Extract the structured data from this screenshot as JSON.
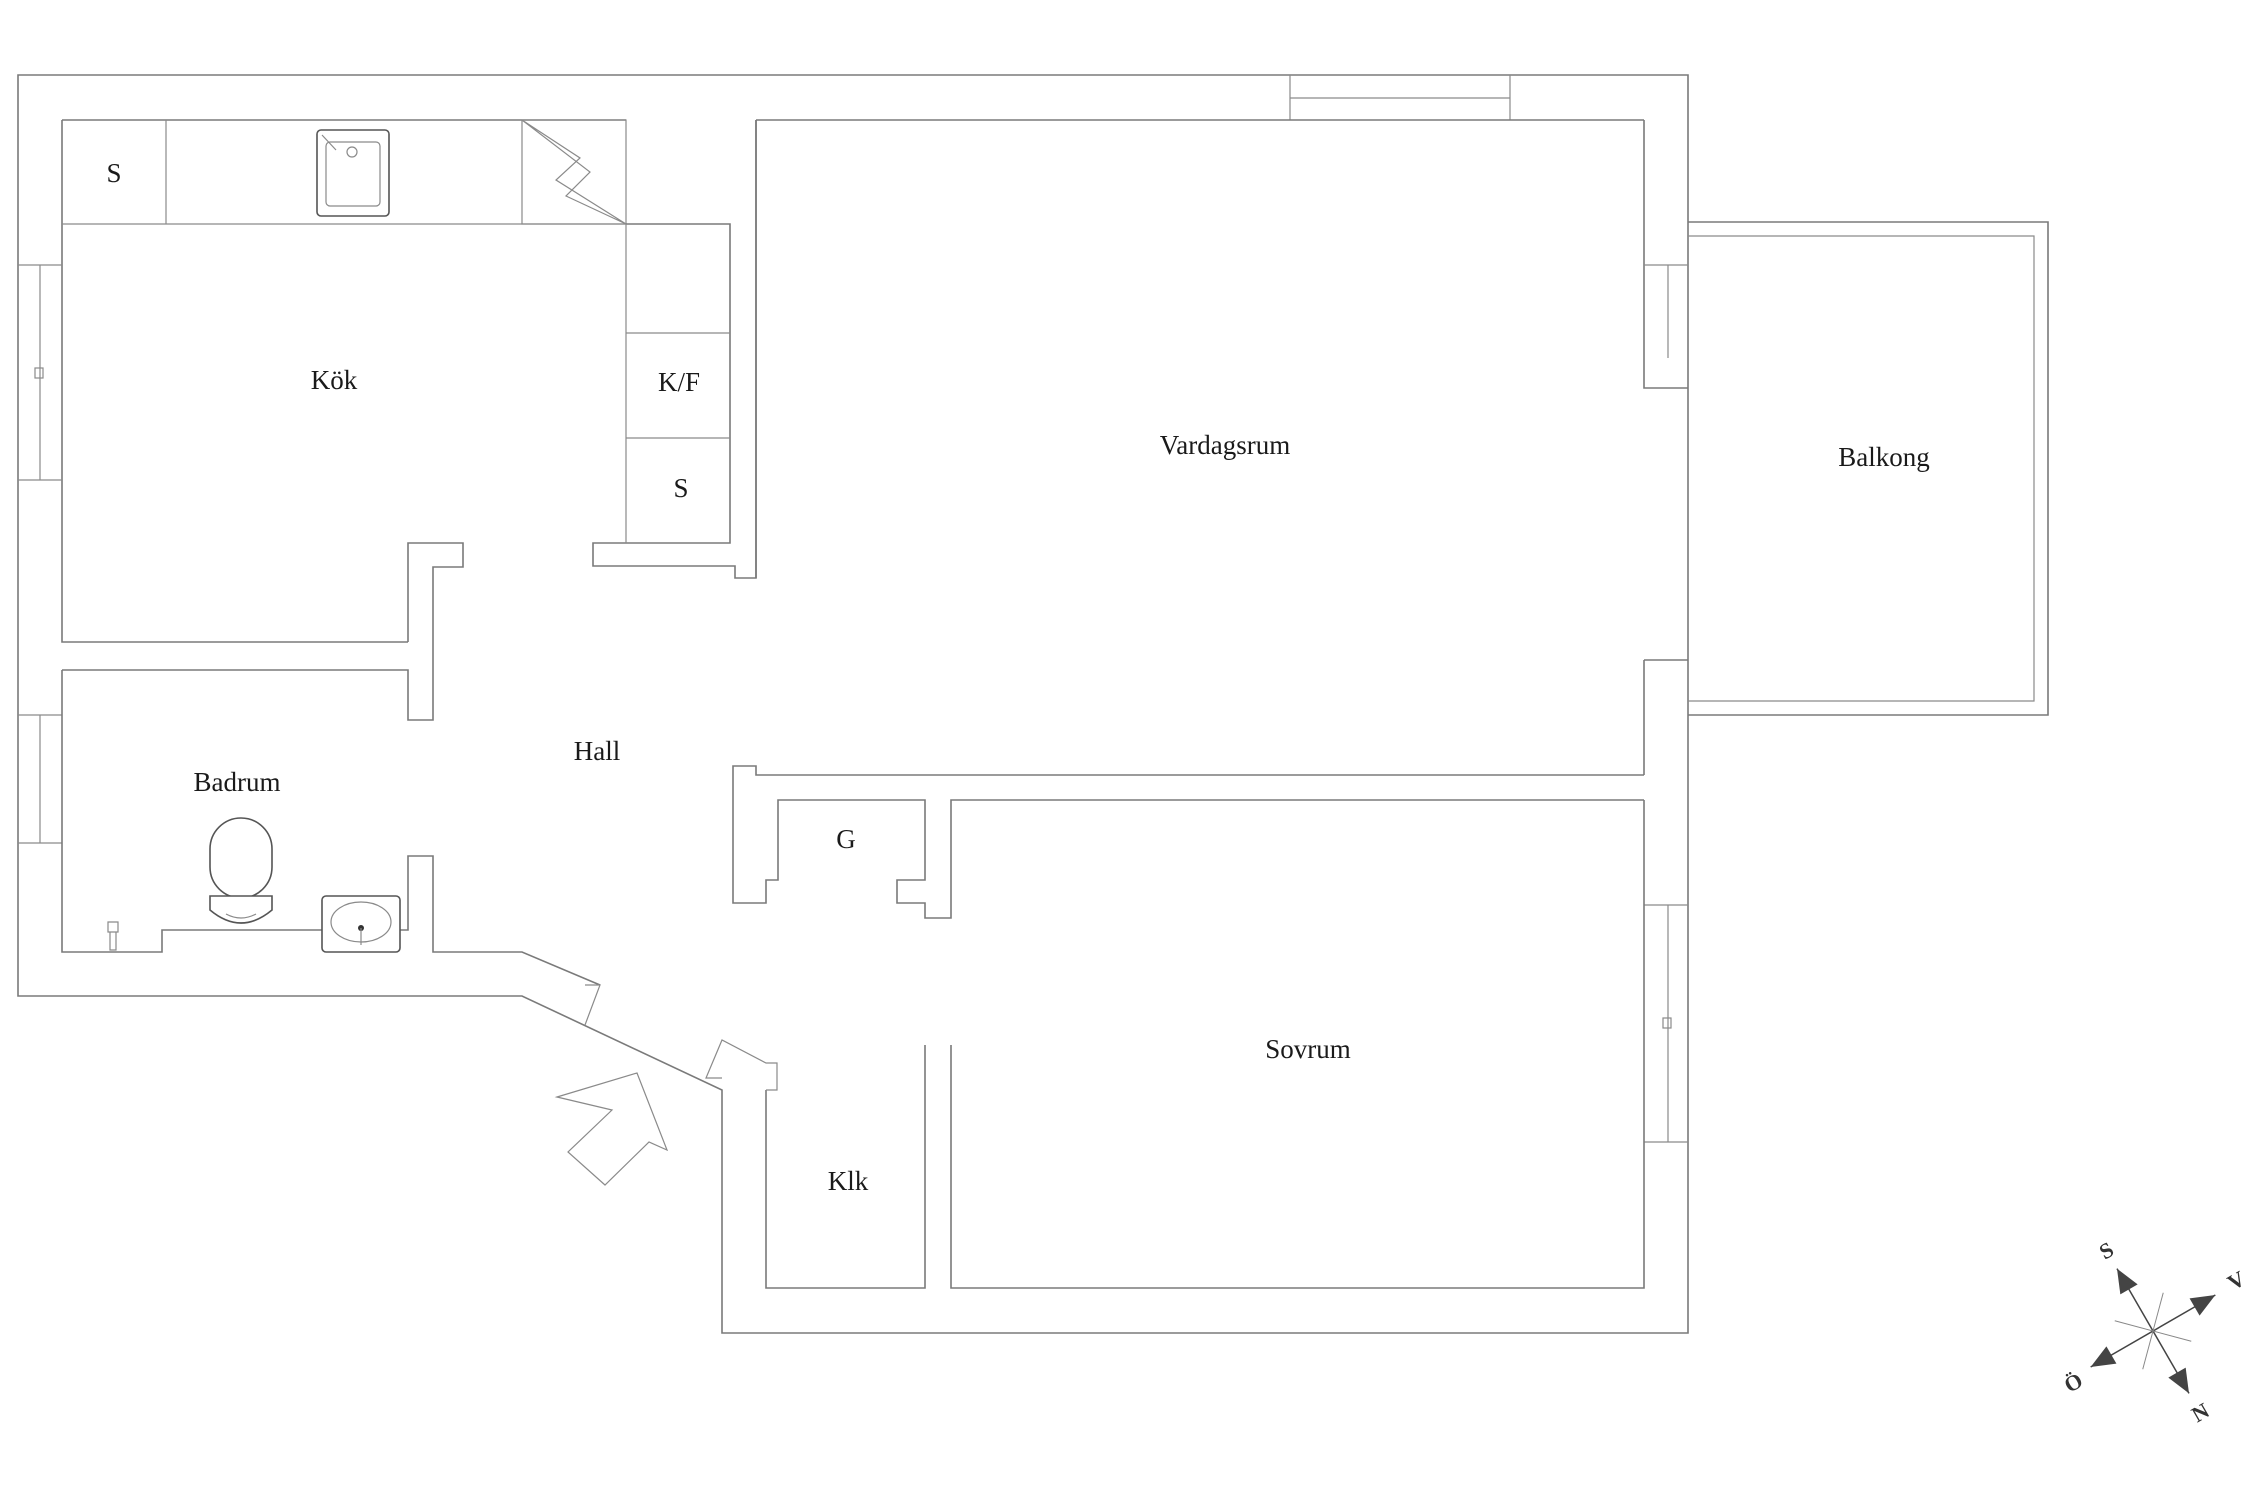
{
  "rooms": {
    "kok": "Kök",
    "vardagsrum": "Vardagsrum",
    "balkong": "Balkong",
    "hall": "Hall",
    "badrum": "Badrum",
    "sovrum": "Sovrum",
    "klk": "Klk",
    "g": "G"
  },
  "fixtures": {
    "storage_top": "S",
    "fridge_freezer": "K/F",
    "storage_right": "S"
  },
  "compass": {
    "s": "S",
    "v": "V",
    "o": "Ö",
    "n": "N"
  }
}
